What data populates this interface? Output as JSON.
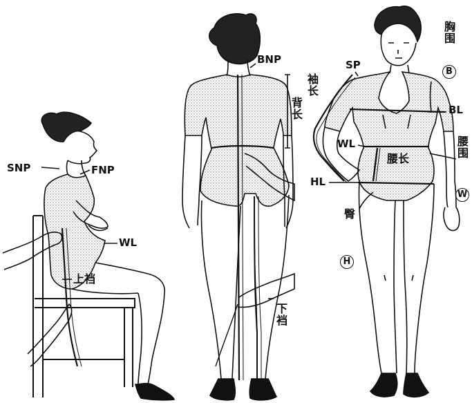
{
  "figure": {
    "seated": {
      "snp": "SNP",
      "fnp": "FNP",
      "wl": "WL",
      "crotch_depth": "上裆"
    },
    "back": {
      "bnp": "BNP",
      "back_length": "背长",
      "inseam": "下裆"
    },
    "front": {
      "sp": "SP",
      "sleeve_length": "袖长",
      "bust": "胸围",
      "bust_code": "B",
      "bl": "BL",
      "wl": "WL",
      "waist": "腰围",
      "waist_code": "W",
      "hip_waist_length": "腰长",
      "hl": "HL",
      "hip": "臀",
      "hip_code": "H"
    }
  },
  "colors": {
    "ink": "#111111",
    "dots": "#8a8a8a",
    "paper": "#ffffff"
  }
}
